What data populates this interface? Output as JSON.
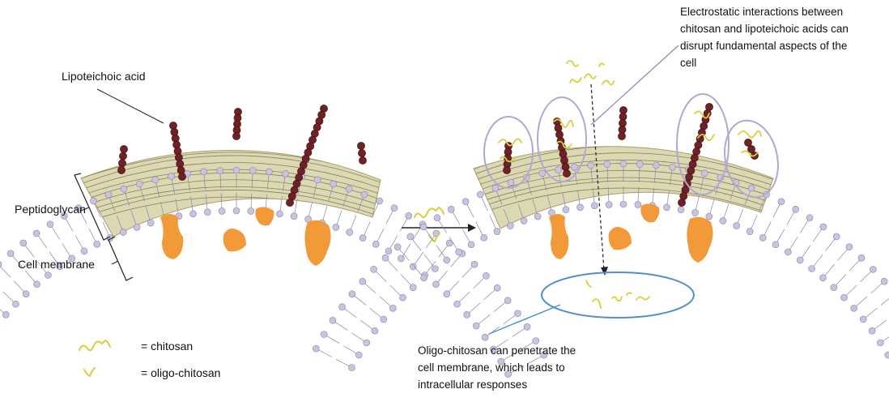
{
  "labels": {
    "lipoteichoic_acid": "Lipoteichoic acid",
    "peptidoglycan": "Peptidoglycan",
    "cell_membrane": "Cell membrane",
    "electrostatic_line1": "Electrostatic interactions between",
    "electrostatic_line2": "chitosan and lipoteichoic acids can",
    "electrostatic_line3": "disrupt fundamental aspects of the",
    "electrostatic_line4": "cell",
    "oligo_line1": "Oligo-chitosan can penetrate the",
    "oligo_line2": "cell membrane, which leads to",
    "oligo_line3": "intracellular responses"
  },
  "legend": {
    "chitosan": "= chitosan",
    "oligo_chitosan": "= oligo-chitosan"
  },
  "colors": {
    "peptidoglycan_fill": "#ddd8b4",
    "peptidoglycan_fiber": "#6b6238",
    "lta_bead": "#6e2226",
    "membrane_head": "#c9c3e0",
    "protein": "#f29a3a",
    "chitosan": "#d8d03a",
    "highlight_ellipse": "#b3a6d3",
    "intracellular_ellipse": "#4f8fd0",
    "pointer_line": "#8c84b8",
    "bottom_pointer_line": "#4f8fd0"
  }
}
